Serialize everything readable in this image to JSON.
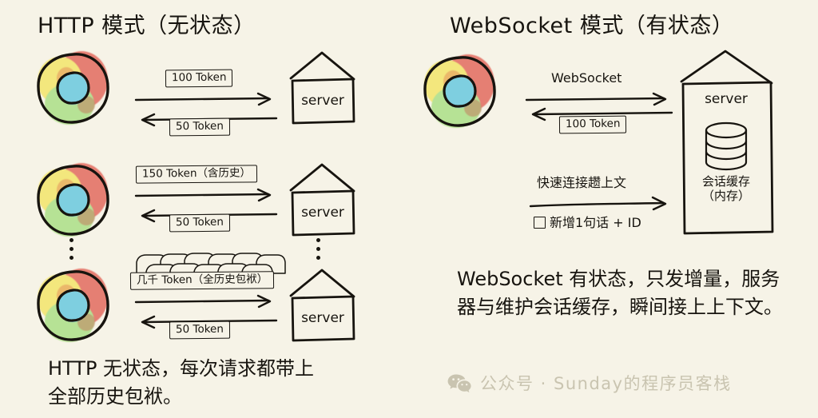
{
  "background_color": "#f6f3e7",
  "ink_color": "#17140f",
  "left_panel": {
    "title": "HTTP 模式（无状态）",
    "exchanges": [
      {
        "request": "100 Token",
        "response": "50 Token",
        "server_label": "server"
      },
      {
        "request": "150 Token（含历史）",
        "response": "50 Token",
        "server_label": "server"
      },
      {
        "request": "几千 Token（全历史包袱）",
        "response": "50 Token",
        "server_label": "server"
      }
    ],
    "ellipsis": "⋮",
    "summary": "HTTP 无状态，每次请求都带上\n全部历史包袱。"
  },
  "right_panel": {
    "title": "WebSocket 模式（有状态）",
    "connection_label": "WebSocket",
    "first_payload": "100 Token",
    "fast_connect_label": "快速连接趱上文",
    "incremental_label": "新增1句话 + ID",
    "server": {
      "label": "server",
      "cache_caption": "会话缓存\n（内存）"
    },
    "summary": "WebSocket 有状态，只发增量，服务\n器与维护会话缓存，瞬间接上上下文。"
  },
  "watermark": {
    "icon": "wechat-icon",
    "text": "公众号 · Sunday的程序员客栈",
    "color": "#c9c4b0"
  },
  "colors": {
    "chrome_red": "#e05e52",
    "chrome_yellow": "#f2e35f",
    "chrome_green": "#a5dd7e",
    "chrome_blue": "#7ecfe0"
  }
}
